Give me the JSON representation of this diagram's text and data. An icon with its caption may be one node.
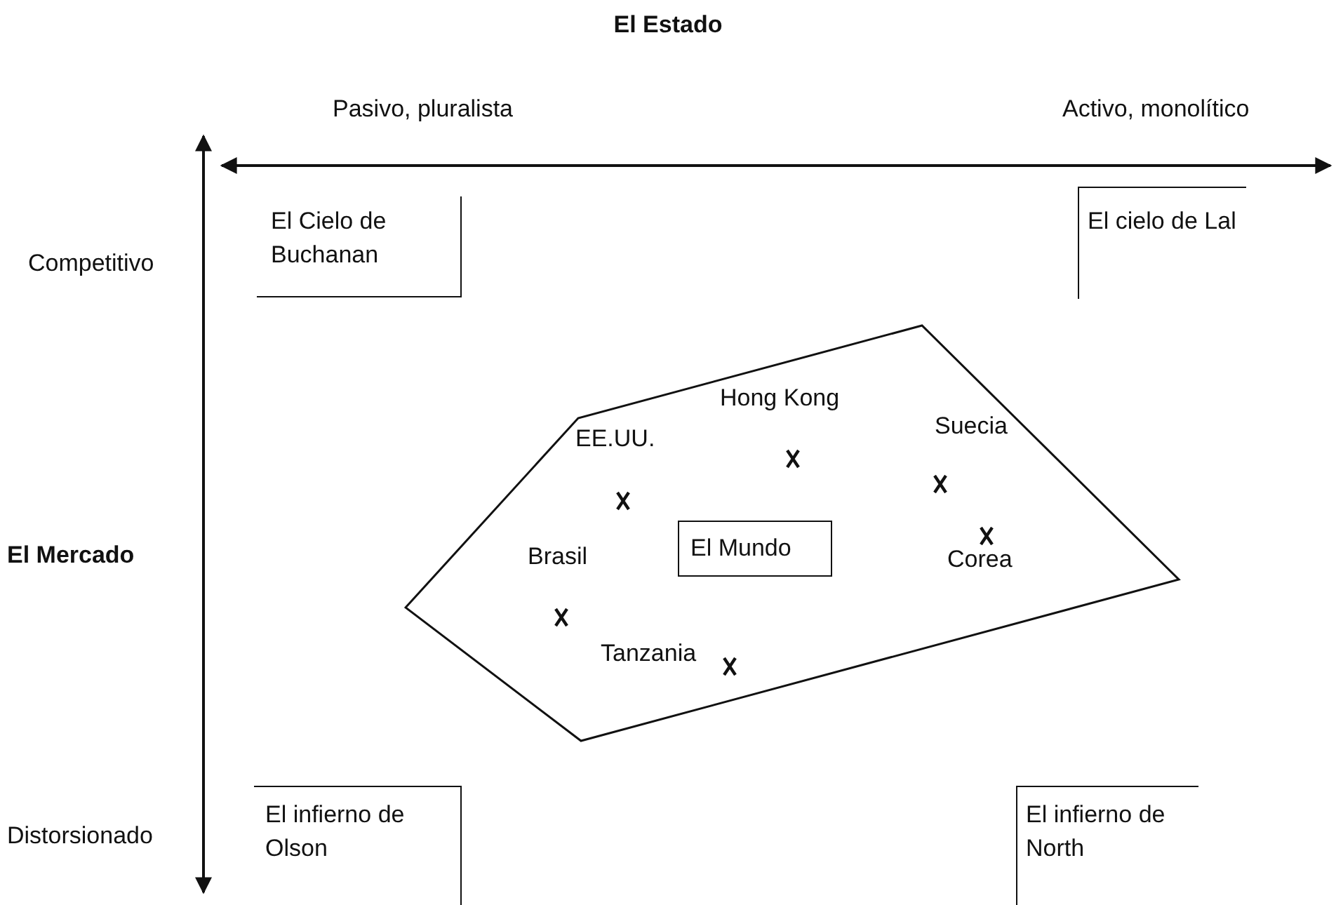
{
  "diagram": {
    "nodes": [
      {
        "text": [
          "El Cielo de Buchanan"
        ]
      },
      {
        "text": [
          "El cielo de Lal"
        ]
      },
      {
        "text": [],
        "shape": "polygon"
      },
      {
        "text": [
          "El Mundo"
        ],
        "in": 2
      },
      {
        "text": [
          "El infierno de Olson"
        ]
      },
      {
        "text": [
          "El infierno de North"
        ]
      }
    ],
    "edges": [],
    "labels": [
      "El Estado",
      "Pasivo, pluralista",
      "Activo, monolítico",
      "Competitivo",
      "Hong Kong",
      "EE.UU.",
      "Suecia",
      "El Mercado",
      "Brasil",
      "Corea",
      "Tanzania",
      "Distorsionado"
    ]
  }
}
